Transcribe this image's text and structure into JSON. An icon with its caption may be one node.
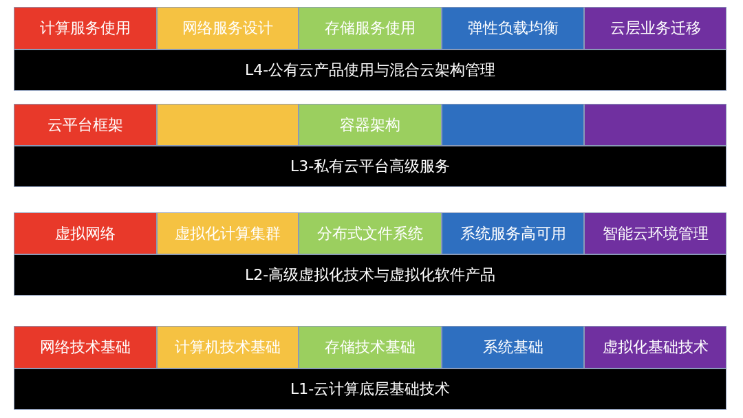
{
  "diagram": {
    "nodes": [
      {
        "text": [
          "计算服务使用"
        ]
      },
      {
        "text": [
          "网络服务设计"
        ]
      },
      {
        "text": [
          "存储服务使用"
        ]
      },
      {
        "text": [
          "弹性负载均衡"
        ]
      },
      {
        "text": [
          "云层业务迁移"
        ]
      },
      {
        "text": [
          "L4-公有云产品使用与混合云架构管理"
        ]
      },
      {
        "text": [
          "云平台框架"
        ]
      },
      {
        "text": [],
        "shape": "box"
      },
      {
        "text": [
          "容器架构"
        ]
      },
      {
        "text": [],
        "shape": "box"
      },
      {
        "text": [],
        "shape": "box"
      },
      {
        "text": [
          "L3-私有云平台高级服务"
        ]
      },
      {
        "text": [
          "虚拟网络"
        ]
      },
      {
        "text": [
          "虚拟化计算集群"
        ]
      },
      {
        "text": [
          "分布式文件系统"
        ]
      },
      {
        "text": [
          "系统服务高可用"
        ]
      },
      {
        "text": [
          "智能云环境管理"
        ]
      },
      {
        "text": [
          "L2-高级虚拟化技术与虚拟化软件产品"
        ]
      },
      {
        "text": [
          "网络技术基础"
        ]
      },
      {
        "text": [
          "计算机技术基础"
        ]
      },
      {
        "text": [
          "存储技术基础"
        ]
      },
      {
        "text": [
          "系统基础"
        ]
      },
      {
        "text": [
          "虚拟化基础技术"
        ]
      },
      {
        "text": [
          "L1-云计算底层基础技术"
        ]
      }
    ]
  }
}
